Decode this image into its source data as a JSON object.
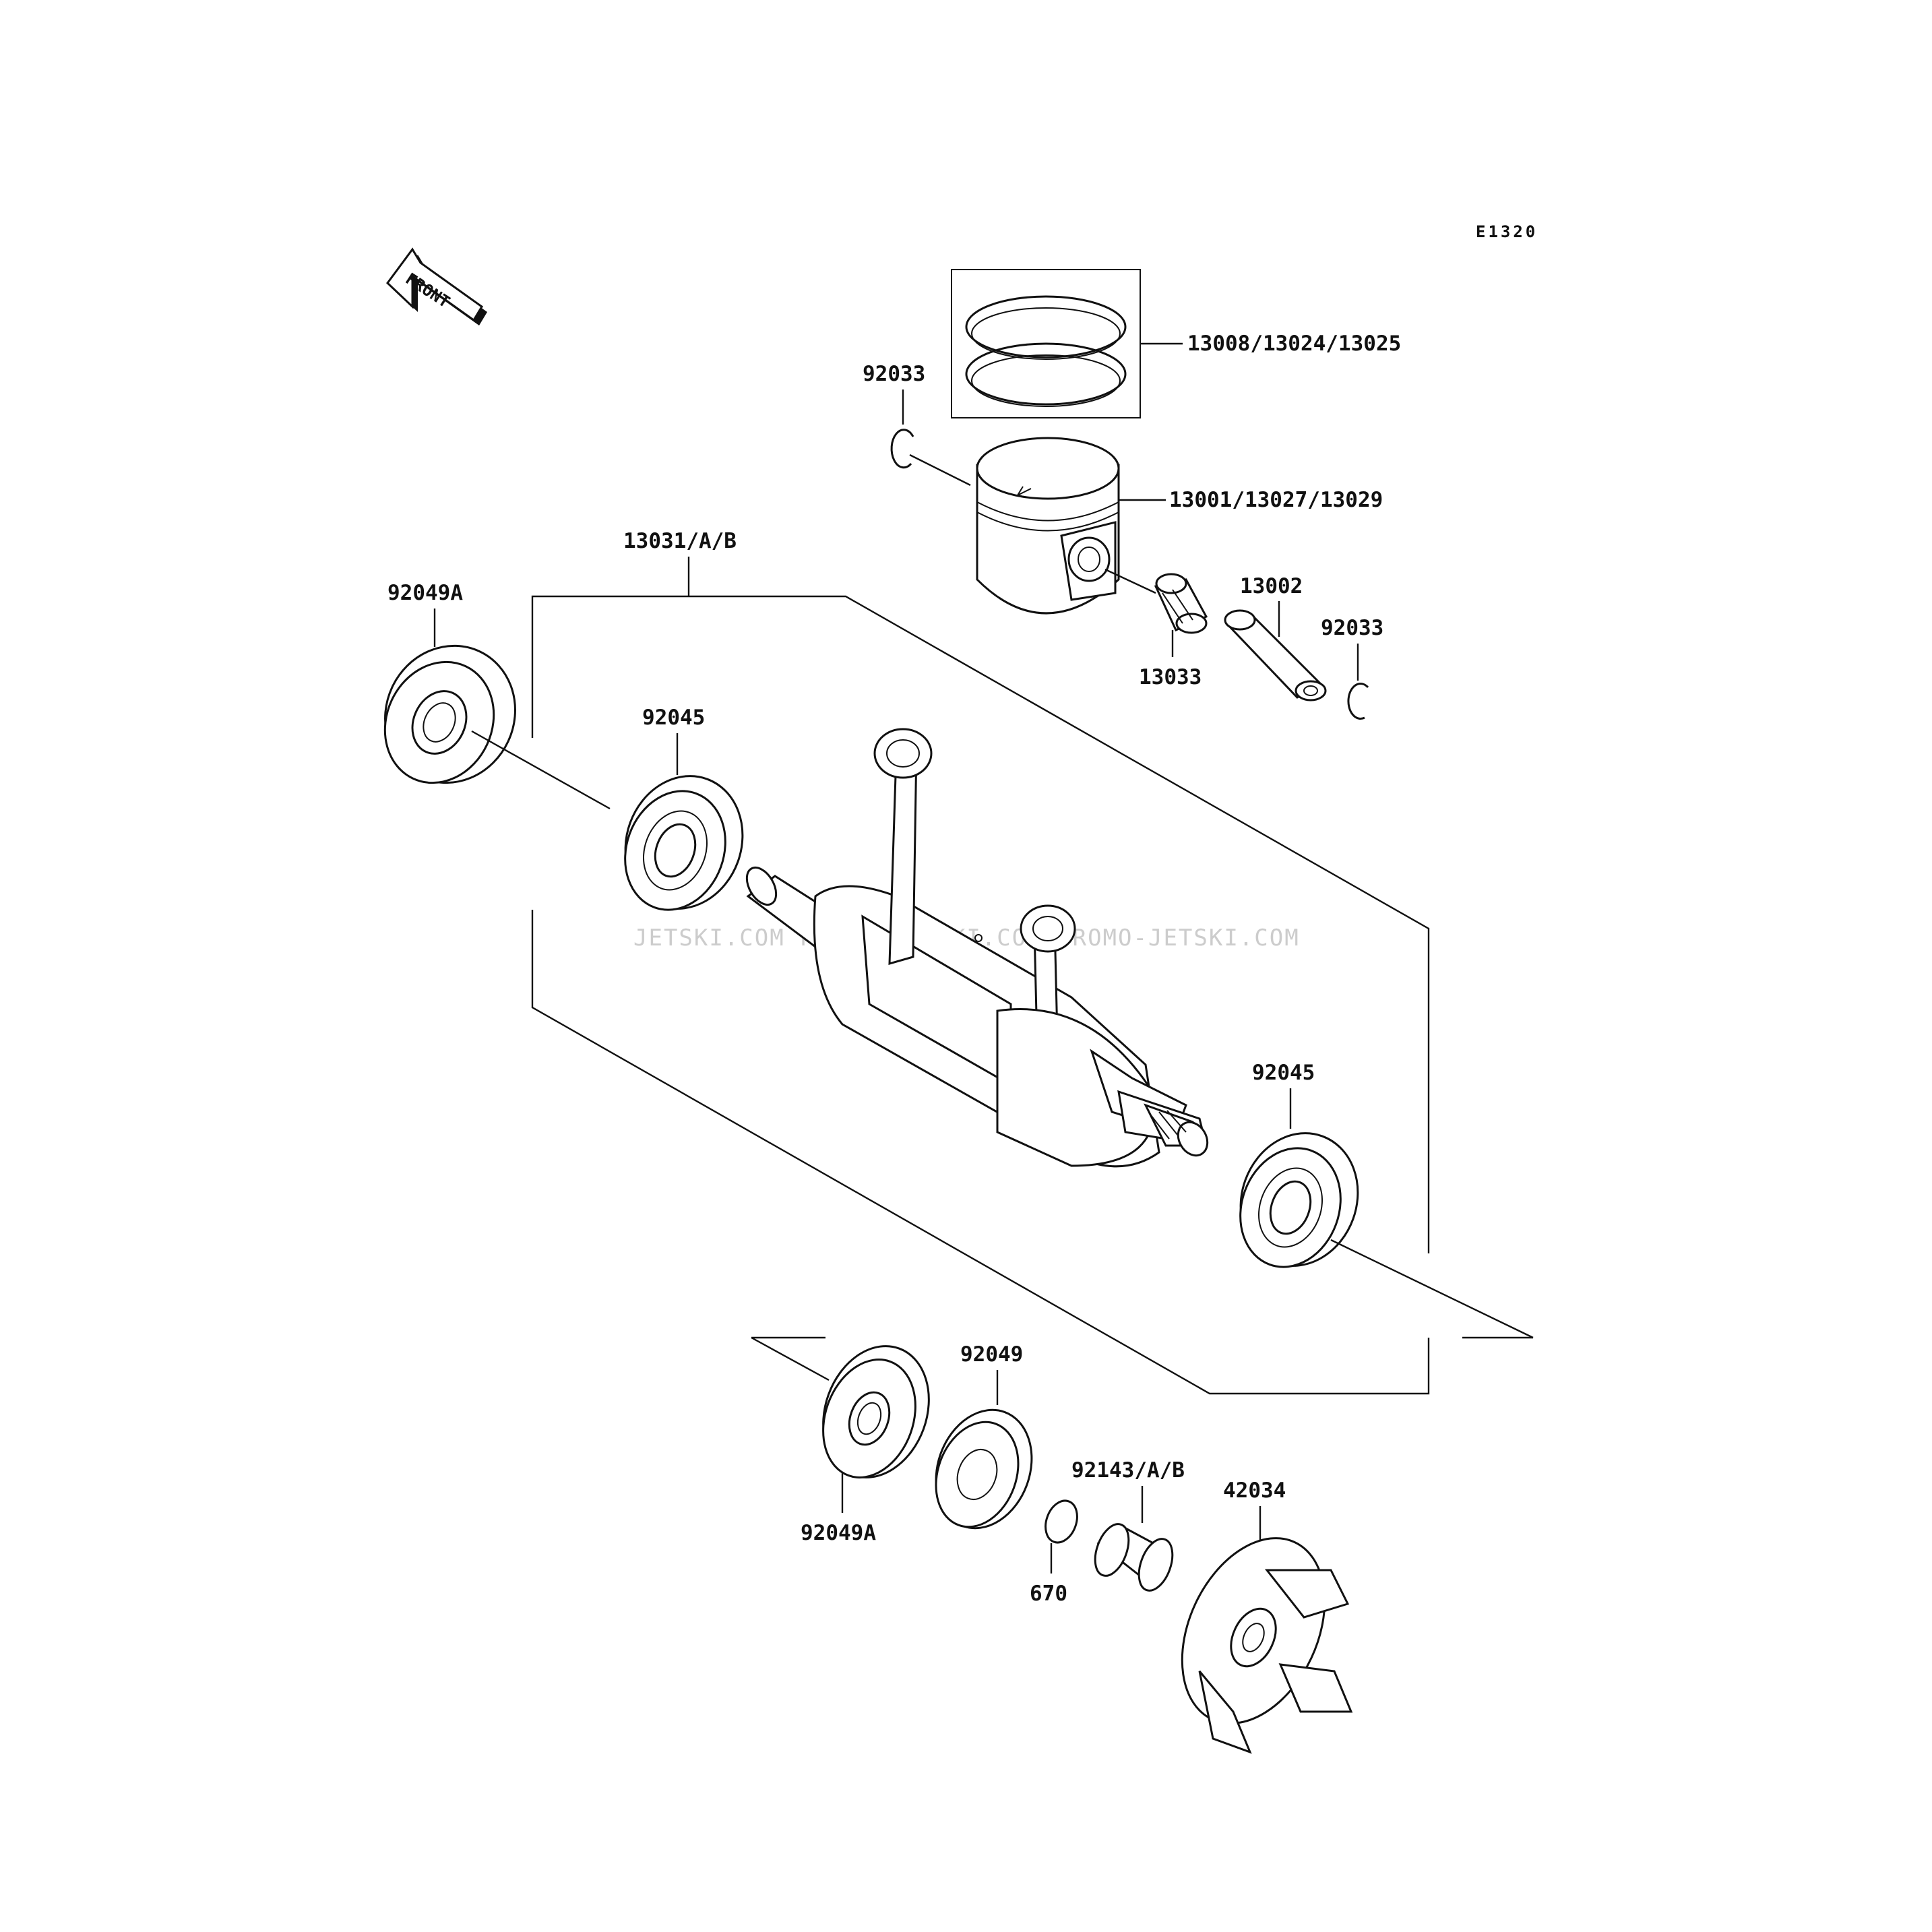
{
  "diagram_code": "E1320",
  "front_arrow": {
    "label": "FRONT"
  },
  "watermark": {
    "text": "JETSKI.COM   PROMO-JETSKI.COM   PROMO-JETSKI.COM"
  },
  "callouts": {
    "piston_rings": "13008/13024/13025",
    "circlip_top": "92033",
    "piston": "13001/13027/13029",
    "crankshaft_assy": "13031/A/B",
    "oil_seal_left": "92049A",
    "bearing_left": "92045",
    "piston_pin": "13002",
    "circlip_right": "92033",
    "needle_bearing": "13033",
    "bearing_right": "92045",
    "bearing_bottom": "92049",
    "oil_seal_bottom": "92049A",
    "collar": "92143/A/B",
    "impeller_coupling": "42034",
    "o_ring": "670"
  }
}
